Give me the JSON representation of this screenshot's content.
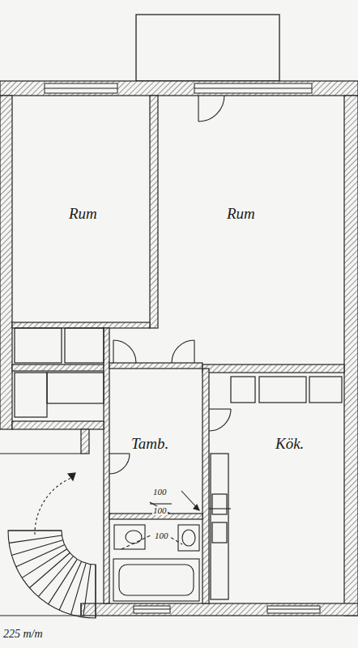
{
  "diagram": {
    "nodes": [
      {
        "text": [
          "Rum"
        ]
      },
      {
        "text": [
          "Rum"
        ]
      },
      {
        "text": [
          "Tamb."
        ]
      },
      {
        "text": [
          "Kök."
        ]
      }
    ],
    "labels": [
      "100",
      "100",
      "100",
      "225 m/m"
    ]
  }
}
